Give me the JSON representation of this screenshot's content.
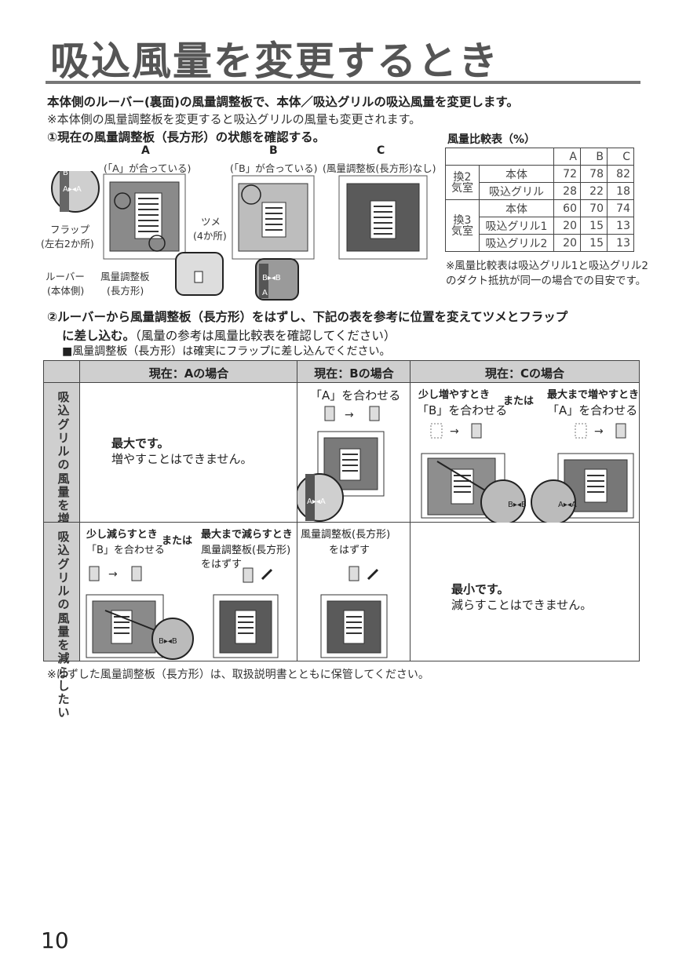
{
  "page": {
    "title": "吸込風量を変更するとき",
    "lead": "本体側のルーバー(裏面)の風量調整板で、本体／吸込グリルの吸込風量を変更します。",
    "note": "※本体側の風量調整板を変更すると吸込グリルの風量も変更されます。",
    "step1": "①現在の風量調整板（長方形）の状態を確認する。",
    "page_number": "10",
    "footer_note": "※はずした風量調整板（長方形）は、取扱説明書とともに保管してください。"
  },
  "diagram": {
    "a_letter": "A",
    "a_caption": "(「A」が合っている)",
    "b_letter": "B",
    "b_caption": "(「B」が合っている)",
    "c_letter": "C",
    "c_caption": "(風量調整板(長方形)なし)",
    "flap_label": "フラップ",
    "flap_sub": "(左右2か所)",
    "tab_label": "ツメ",
    "tab_sub": "(4か所)",
    "louver_label": "ルーバー",
    "louver_sub": "(本体側)",
    "plate_label": "風量調整板",
    "plate_sub": "(長方形)",
    "mark_b": "B",
    "mark_a": "A",
    "mark_ba": "B▸◂B",
    "mark_aa": "A▸◂A"
  },
  "comparison": {
    "title": "風量比較表（%）",
    "columns": [
      "A",
      "B",
      "C"
    ],
    "groups": [
      {
        "name": "換2気室",
        "rows": [
          {
            "item": "本体",
            "values": [
              "72",
              "78",
              "82"
            ]
          },
          {
            "item": "吸込グリル",
            "values": [
              "28",
              "22",
              "18"
            ]
          }
        ]
      },
      {
        "name": "換3気室",
        "rows": [
          {
            "item": "本体",
            "values": [
              "60",
              "70",
              "74"
            ]
          },
          {
            "item": "吸込グリル1",
            "values": [
              "20",
              "15",
              "13"
            ]
          },
          {
            "item": "吸込グリル2",
            "values": [
              "20",
              "15",
              "13"
            ]
          }
        ]
      }
    ],
    "note": "※風量比較表は吸込グリル1と吸込グリル2のダクト抵抗が同一の場合での目安です。"
  },
  "step2": {
    "line1": "②ルーバーから風量調整板（長方形）をはずし、下記の表を参考に位置を変えてツメとフラップ",
    "line2_bold": "に差し込む。",
    "line2_rest": "（風量の参考は風量比較表を確認してください）",
    "line3": "■風量調整板（長方形）は確実にフラップに差し込んでください。"
  },
  "table": {
    "headers": [
      "現在：Aの場合",
      "現在：Bの場合",
      "現在：Cの場合"
    ],
    "row_increase": {
      "label": "吸込グリルの風量を増やしたい",
      "col_a_bold": "最大です。",
      "col_a_text": "増やすことはできません。",
      "col_b_text": "「A」を合わせる",
      "col_c_left_bold": "少し増やすとき",
      "col_c_or": "または",
      "col_c_right_bold": "最大まで増やすとき",
      "col_c_left_text": "「B」を合わせる",
      "col_c_right_text": "「A」を合わせる"
    },
    "row_decrease": {
      "label": "吸込グリルの風量を減らしたい",
      "col_a_left_bold": "少し減らすとき",
      "col_a_or": "または",
      "col_a_right_bold": "最大まで減らすとき",
      "col_a_left_text": "「B」を合わせる",
      "col_a_right_text1": "風量調整板(長方形)",
      "col_a_right_text2": "をはずす",
      "col_b_text1": "風量調整板(長方形)",
      "col_b_text2": "をはずす",
      "col_c_bold": "最小です。",
      "col_c_text": "減らすことはできません。"
    },
    "arrow": "→"
  }
}
